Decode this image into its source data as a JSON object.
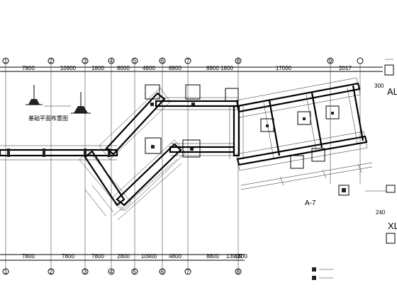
{
  "drawing": {
    "right_labels": {
      "top_number": "300",
      "top_code": "AL",
      "bottom_number": "240",
      "bottom_code": "XL",
      "section_label": "A-7"
    },
    "dimension_top": [
      "7800",
      "10900",
      "1800",
      "8000",
      "4800",
      "8800",
      "8800",
      "1800",
      "17000",
      "2017"
    ],
    "dimension_bottom": [
      "7800",
      "7800",
      "7800",
      "2800",
      "10900",
      "4800",
      "8800",
      "13900",
      "1800"
    ],
    "grid_bubbles_top": [
      "1",
      "2",
      "3",
      "4",
      "5",
      "6",
      "7",
      "8",
      "9"
    ],
    "grid_bubbles_bottom": [
      "1",
      "2",
      "3",
      "4",
      "5",
      "6",
      "7",
      "8"
    ],
    "note_small": "基础平面布置图",
    "colors": {
      "ink": "#000000",
      "paper": "#ffffff"
    }
  }
}
